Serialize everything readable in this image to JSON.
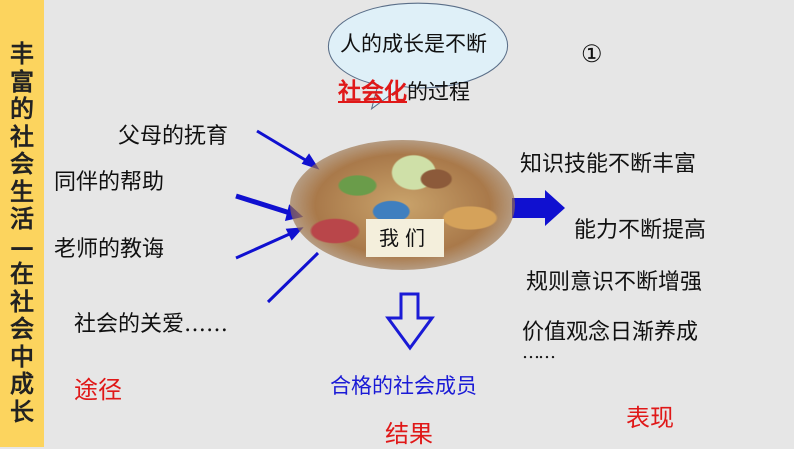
{
  "sidebar": {
    "title_chars": [
      "丰",
      "富",
      "的",
      "社",
      "会",
      "生",
      "活",
      "—",
      "在",
      "社",
      "会",
      "中",
      "成",
      "长"
    ],
    "background": "#fcd45e"
  },
  "bubble": {
    "line1": "人的成长是不断",
    "highlight": "社会化",
    "line2_rest": "的过程"
  },
  "slide_number": "①",
  "center": {
    "image_label": "我们",
    "result": "合格的社会成员"
  },
  "pathways": {
    "items": [
      "父母的抚育",
      "同伴的帮助",
      "老师的教诲",
      "社会的关爱……"
    ],
    "heading": "途径"
  },
  "results_heading": "结果",
  "manifestations": {
    "items": [
      "知识技能不断丰富",
      "能力不断提高",
      "规则意识不断增强",
      "价值观念日渐养成",
      "……"
    ],
    "heading": "表现"
  },
  "colors": {
    "accent_red": "#e01818",
    "accent_blue": "#1a1ad6",
    "arrow_blue": "#1010d0"
  }
}
